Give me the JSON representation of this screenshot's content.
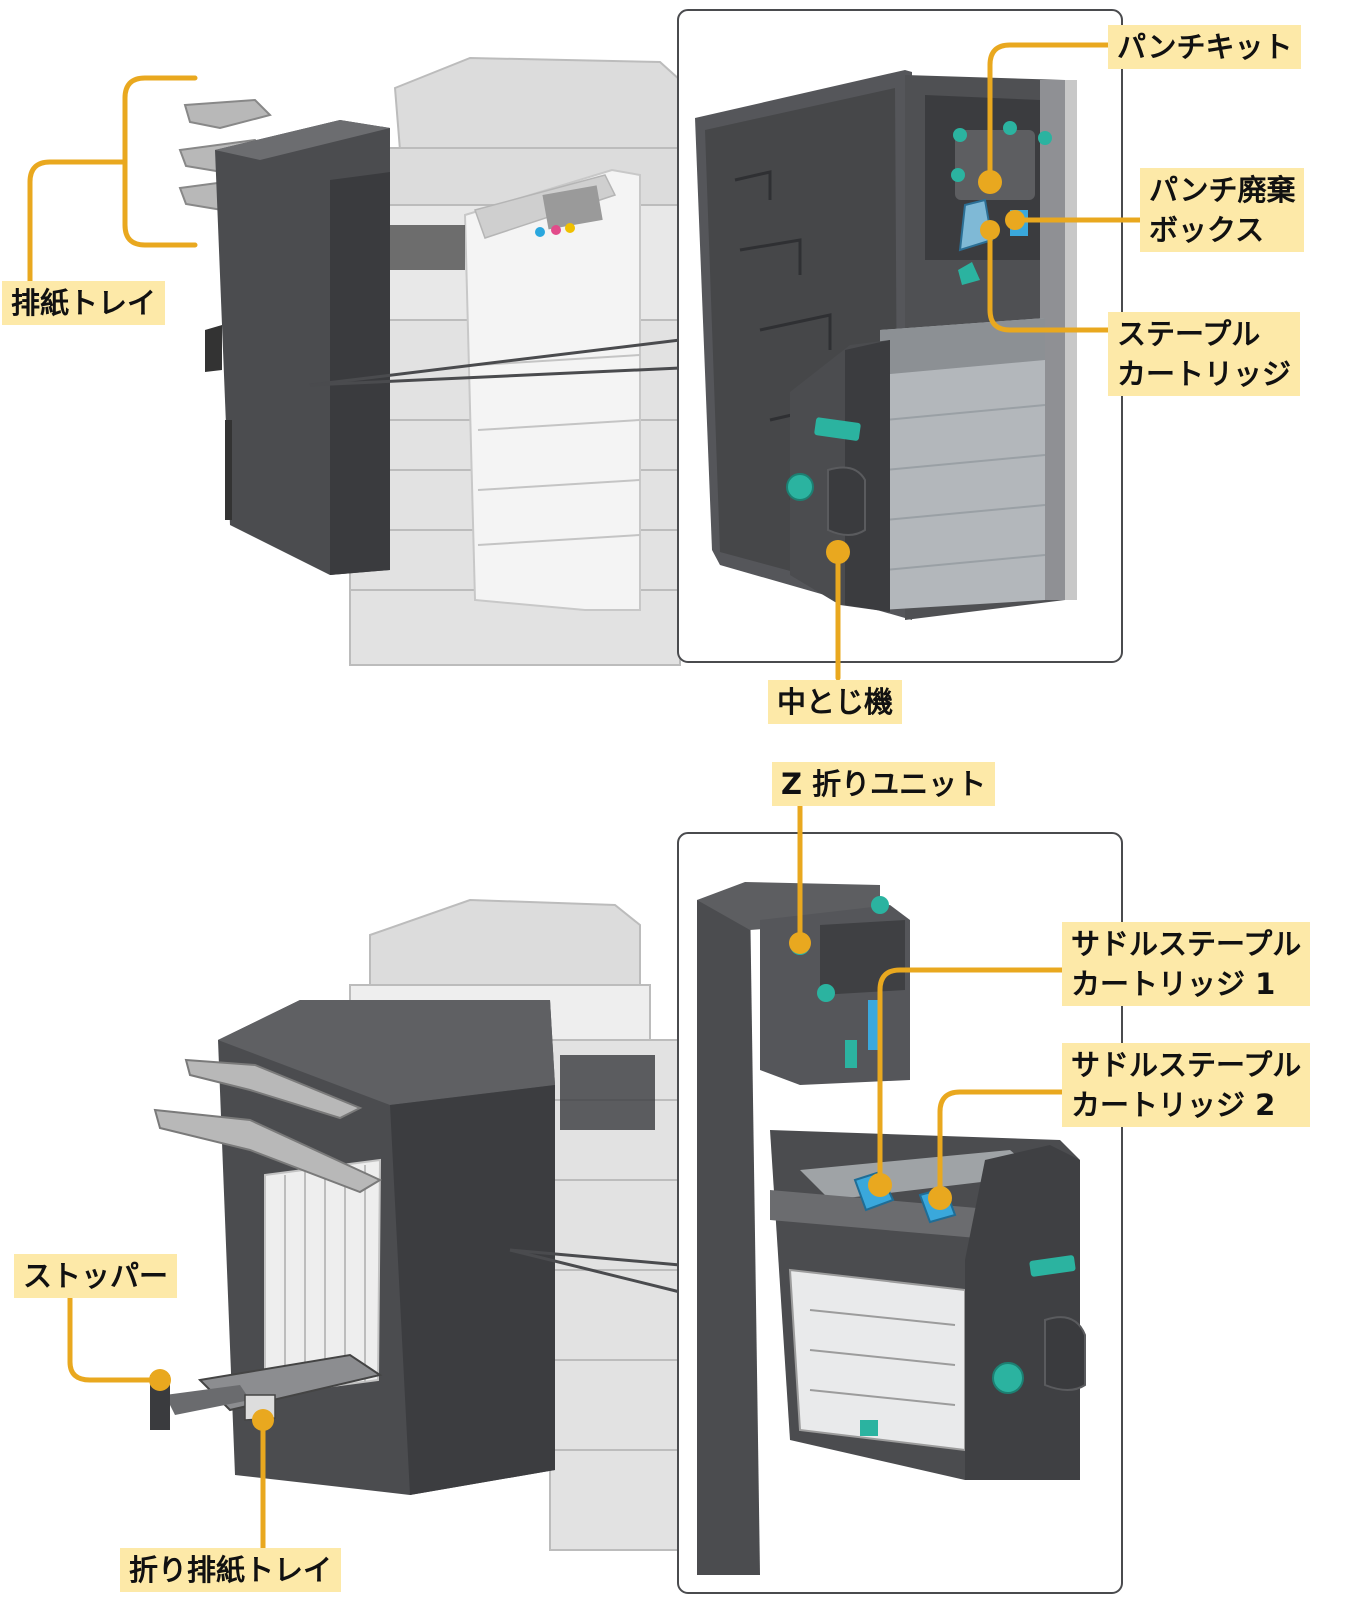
{
  "colors": {
    "leader": "#e9a81f",
    "label_bg": "#fde9a8",
    "unit_dark": "#4a4b4e",
    "unit_mid": "#6a6b6e",
    "ghost_machine": "#d9d9d9",
    "accent_teal": "#2bb3a0",
    "accent_blue": "#3aa8dc"
  },
  "labels": {
    "output_tray": "排紙トレイ",
    "punch_kit": "パンチキット",
    "punch_waste_box": [
      "パンチ廃棄",
      "ボックス"
    ],
    "staple_cartridge": [
      "ステープル",
      "カートリッジ"
    ],
    "saddle_unit": "中とじ機",
    "z_fold_unit": "Z 折りユニット",
    "saddle_staple_cartridge_1": [
      "サドルステープル",
      "カートリッジ 1"
    ],
    "saddle_staple_cartridge_2": [
      "サドルステープル",
      "カートリッジ 2"
    ],
    "stopper": "ストッパー",
    "fold_output_tray": "折り排紙トレイ"
  }
}
